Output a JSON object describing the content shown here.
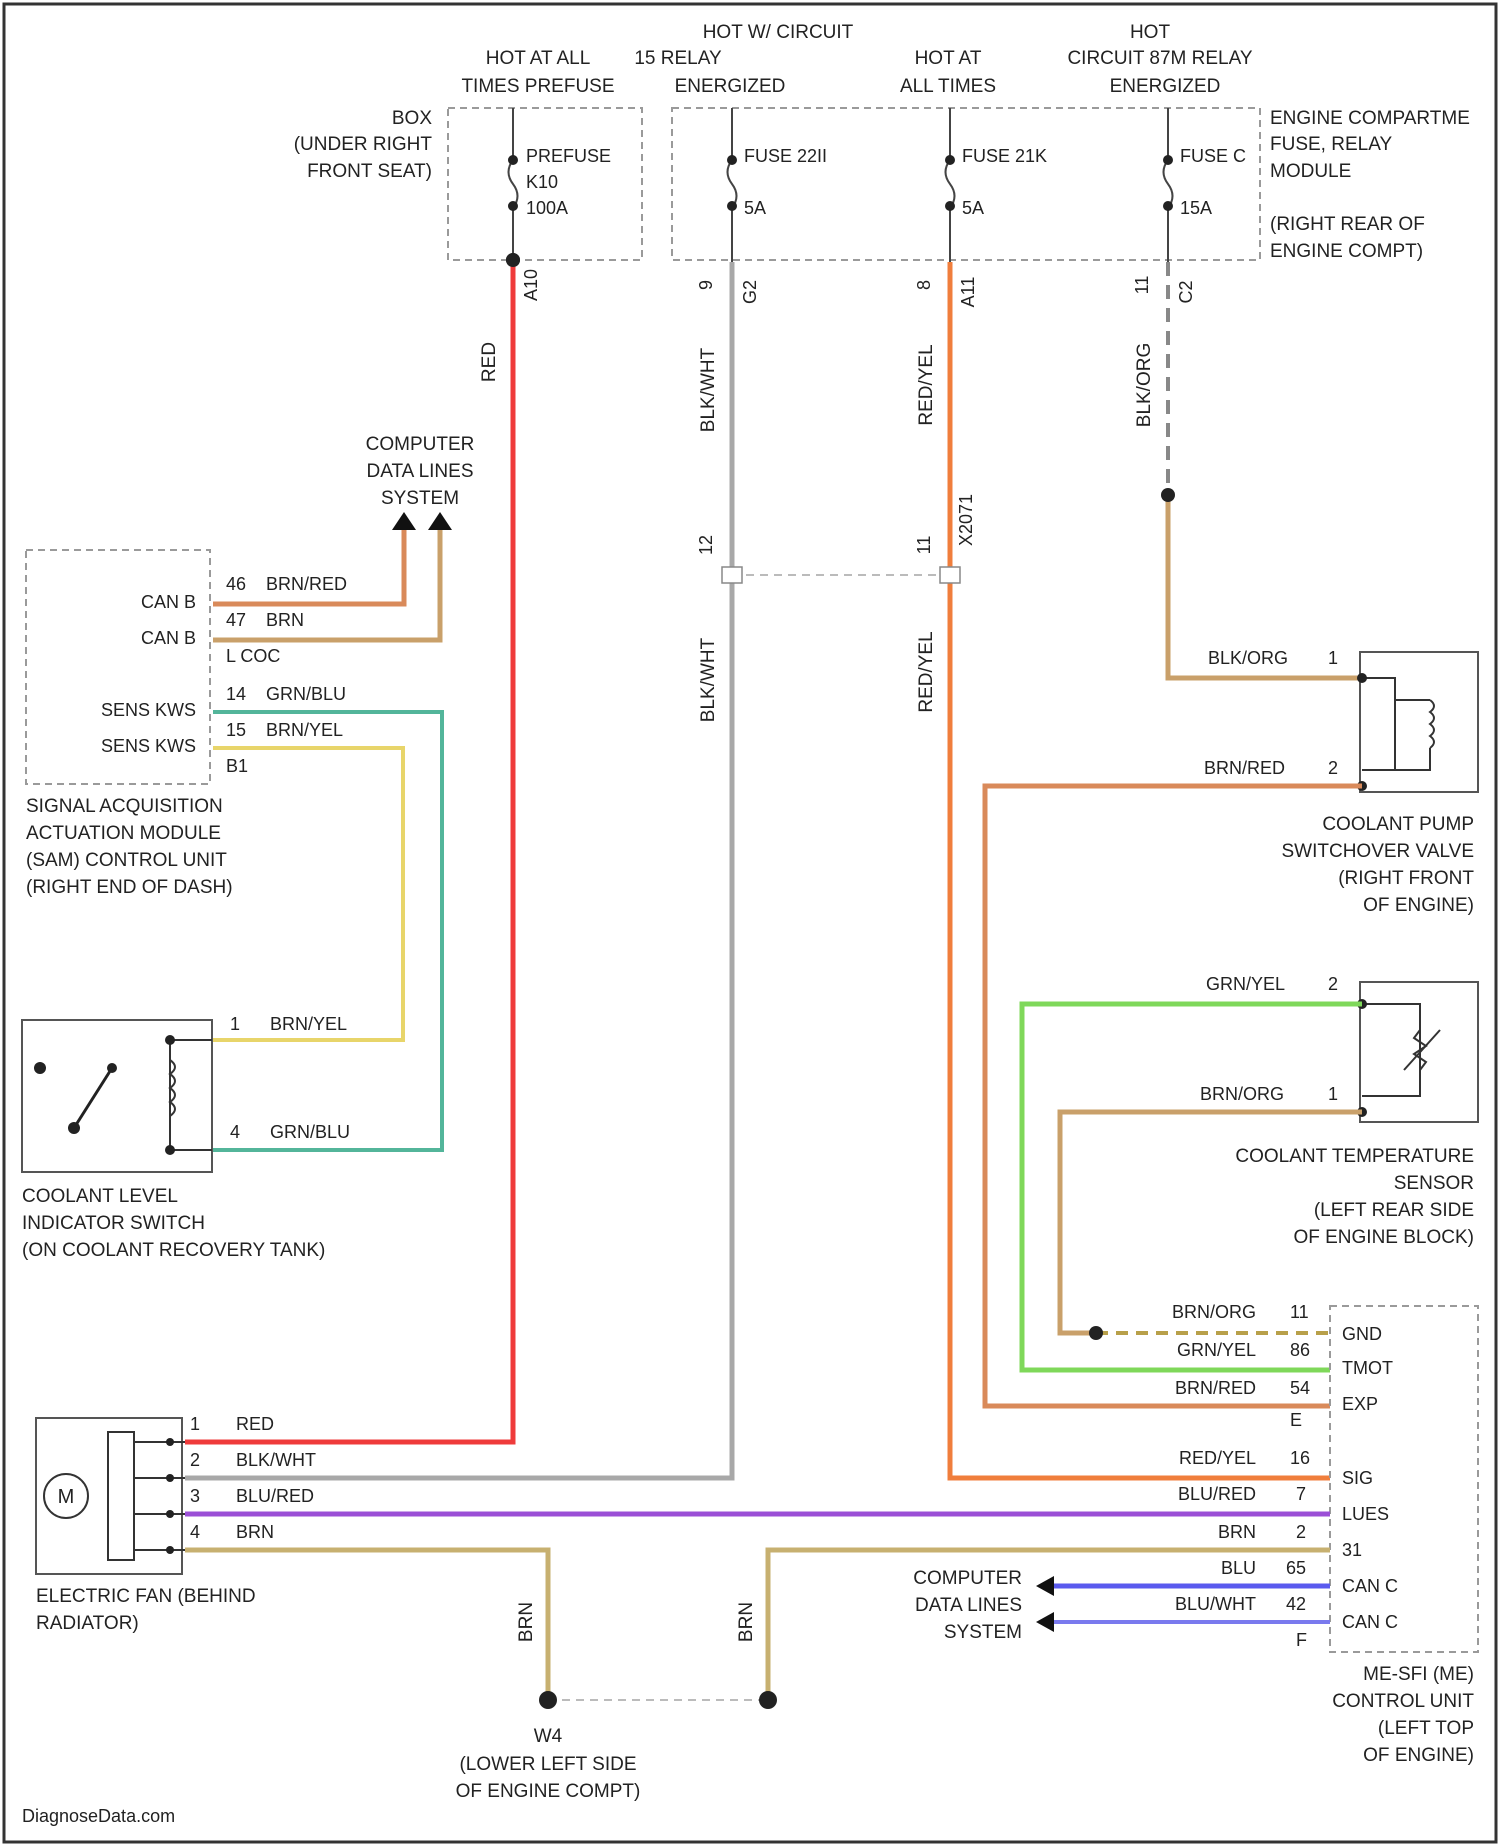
{
  "colors": {
    "red": "#ef3b3b",
    "gray": "#a8a8a8",
    "orange": "#f07e3c",
    "tan": "#c9a06a",
    "brown_red": "#d98a5a",
    "teal": "#53b59a",
    "yellow": "#e8d56a",
    "green": "#7fd85a",
    "purple": "#9b4fd6",
    "olive": "#c7b070",
    "blue": "#5a5aee"
  },
  "fuse_box": {
    "title_lines": [
      "HOT AT ALL",
      "TIMES PREFUSE"
    ],
    "label_lines": [
      "BOX",
      "(UNDER RIGHT",
      "FRONT SEAT)"
    ],
    "fuse_lines": [
      "PREFUSE",
      "K10",
      "100A"
    ],
    "pin": "A10"
  },
  "engine_module": {
    "label_lines": [
      "ENGINE COMPARTME",
      "FUSE, RELAY",
      "MODULE",
      "",
      "(RIGHT REAR OF",
      "ENGINE COMPT)"
    ],
    "fuses": [
      {
        "header": [
          "HOT W/ CIRCUIT",
          "15 RELAY",
          "ENERGIZED"
        ],
        "lines": [
          "FUSE 22II",
          "5A"
        ],
        "pins": [
          "9",
          "G2"
        ]
      },
      {
        "header": [
          "HOT AT",
          "ALL TIMES"
        ],
        "lines": [
          "FUSE 21K",
          "5A"
        ],
        "pins": [
          "8",
          "A11"
        ]
      },
      {
        "header": [
          "HOT",
          "CIRCUIT 87M RELAY",
          "ENERGIZED"
        ],
        "lines": [
          "FUSE C",
          "15A"
        ],
        "pins": [
          "11",
          "C2"
        ]
      }
    ]
  },
  "wire_labels": {
    "red_main": "RED",
    "blk_wht": "BLK/WHT",
    "red_yel": "RED/YEL",
    "blk_org": "BLK/ORG",
    "connector_12": "12",
    "connector_11": "11",
    "connector_x": "X2071"
  },
  "data_lines_top": [
    "COMPUTER",
    "DATA LINES",
    "SYSTEM"
  ],
  "sam_module": {
    "pins": [
      {
        "num": "46",
        "wire": "BRN/RED",
        "label": "CAN B"
      },
      {
        "num": "47",
        "wire": "BRN",
        "label": "CAN B"
      },
      {
        "num": "",
        "wire": "L COC",
        "label": ""
      },
      {
        "num": "14",
        "wire": "GRN/BLU",
        "label": "SENS KWS"
      },
      {
        "num": "15",
        "wire": "BRN/YEL",
        "label": "SENS KWS"
      },
      {
        "num": "B1",
        "wire": "",
        "label": ""
      }
    ],
    "label_lines": [
      "SIGNAL ACQUISITION",
      "ACTUATION MODULE",
      "(SAM) CONTROL UNIT",
      "(RIGHT END OF DASH)"
    ]
  },
  "coolant_level": {
    "pins": [
      {
        "num": "1",
        "wire": "BRN/YEL"
      },
      {
        "num": "4",
        "wire": "GRN/BLU"
      }
    ],
    "label_lines": [
      "COOLANT LEVEL",
      "INDICATOR SWITCH",
      "(ON COOLANT RECOVERY TANK)"
    ]
  },
  "coolant_pump": {
    "pins": [
      {
        "num": "1",
        "wire": "BLK/ORG"
      },
      {
        "num": "2",
        "wire": "BRN/RED"
      }
    ],
    "label_lines": [
      "COOLANT PUMP",
      "SWITCHOVER VALVE",
      "(RIGHT FRONT",
      "OF ENGINE)"
    ]
  },
  "coolant_temp": {
    "pins": [
      {
        "num": "2",
        "wire": "GRN/YEL"
      },
      {
        "num": "1",
        "wire": "BRN/ORG"
      }
    ],
    "label_lines": [
      "COOLANT TEMPERATURE",
      "SENSOR",
      "(LEFT REAR SIDE",
      "OF ENGINE BLOCK)"
    ]
  },
  "me_sfi": {
    "rows": [
      {
        "wire": "BRN/ORG",
        "num": "11",
        "sig": "GND"
      },
      {
        "wire": "GRN/YEL",
        "num": "86",
        "sig": "TMOT"
      },
      {
        "wire": "BRN/RED",
        "num": "54",
        "sig": "EXP"
      },
      {
        "wire": "",
        "num": "E",
        "sig": ""
      },
      {
        "wire": "RED/YEL",
        "num": "16",
        "sig": "SIG"
      },
      {
        "wire": "BLU/RED",
        "num": "7",
        "sig": "LUES"
      },
      {
        "wire": "BRN",
        "num": "2",
        "sig": "31"
      },
      {
        "wire": "BLU",
        "num": "65",
        "sig": "CAN C"
      },
      {
        "wire": "BLU/WHT",
        "num": "42",
        "sig": "CAN C"
      },
      {
        "wire": "",
        "num": "F",
        "sig": ""
      }
    ],
    "label_lines": [
      "ME-SFI (ME)",
      "CONTROL UNIT",
      "(LEFT TOP",
      "OF ENGINE)"
    ]
  },
  "data_lines_bottom": [
    "COMPUTER",
    "DATA LINES",
    "SYSTEM"
  ],
  "fan": {
    "motor_symbol": "M",
    "pins": [
      {
        "num": "1",
        "wire": "RED"
      },
      {
        "num": "2",
        "wire": "BLK/WHT"
      },
      {
        "num": "3",
        "wire": "BLU/RED"
      },
      {
        "num": "4",
        "wire": "BRN"
      }
    ],
    "label_lines": [
      "ELECTRIC FAN (BEHIND",
      "RADIATOR)"
    ]
  },
  "ground": {
    "wire_left": "BRN",
    "wire_right": "BRN",
    "id": "W4",
    "label_lines": [
      "(LOWER LEFT SIDE",
      "OF ENGINE COMPT)"
    ]
  },
  "footer": "DiagnoseData.com"
}
